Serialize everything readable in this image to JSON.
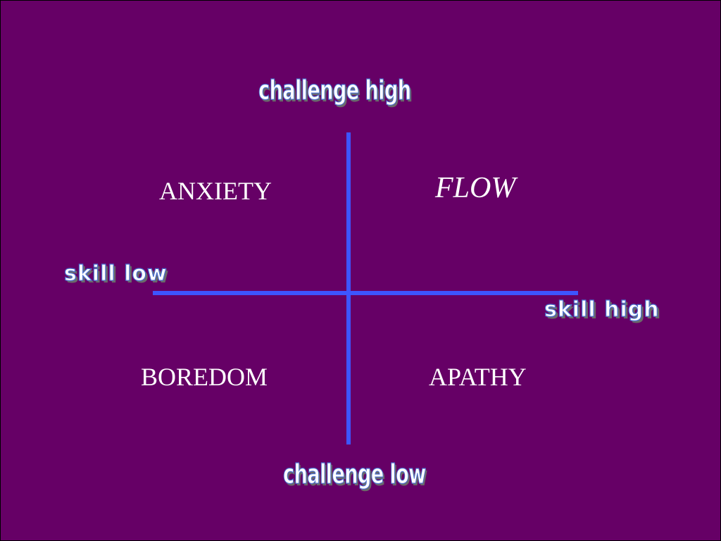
{
  "diagram": {
    "axes": {
      "challenge_high": "challenge high",
      "challenge_low": "challenge low",
      "skill_low": "skill low",
      "skill_high": "skill high"
    },
    "quadrants": {
      "top_left": "ANXIETY",
      "top_right": "FLOW",
      "bottom_left": "BOREDOM",
      "bottom_right": "APATHY"
    }
  },
  "colors": {
    "background": "#660066",
    "axis_lines": "#3d55ff",
    "quadrant_text": "#ffffff",
    "wordart_fill": "#ffffff",
    "wordart_outline": "#4a6fd0"
  }
}
